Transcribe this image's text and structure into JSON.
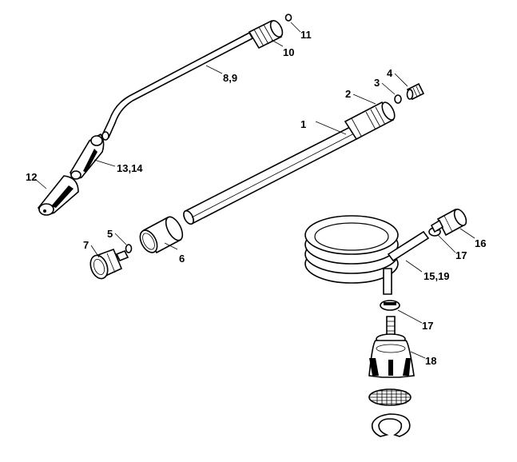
{
  "callouts": {
    "p1": "1",
    "p2": "2",
    "p3": "3",
    "p4": "4",
    "p5": "5",
    "p6": "6",
    "p7": "7",
    "p8_9": "8,9",
    "p10": "10",
    "p11": "11",
    "p12": "12",
    "p13_14": "13,14",
    "p15_19": "15,19",
    "p16": "16",
    "p17a": "17",
    "p17b": "17",
    "p18": "18"
  }
}
